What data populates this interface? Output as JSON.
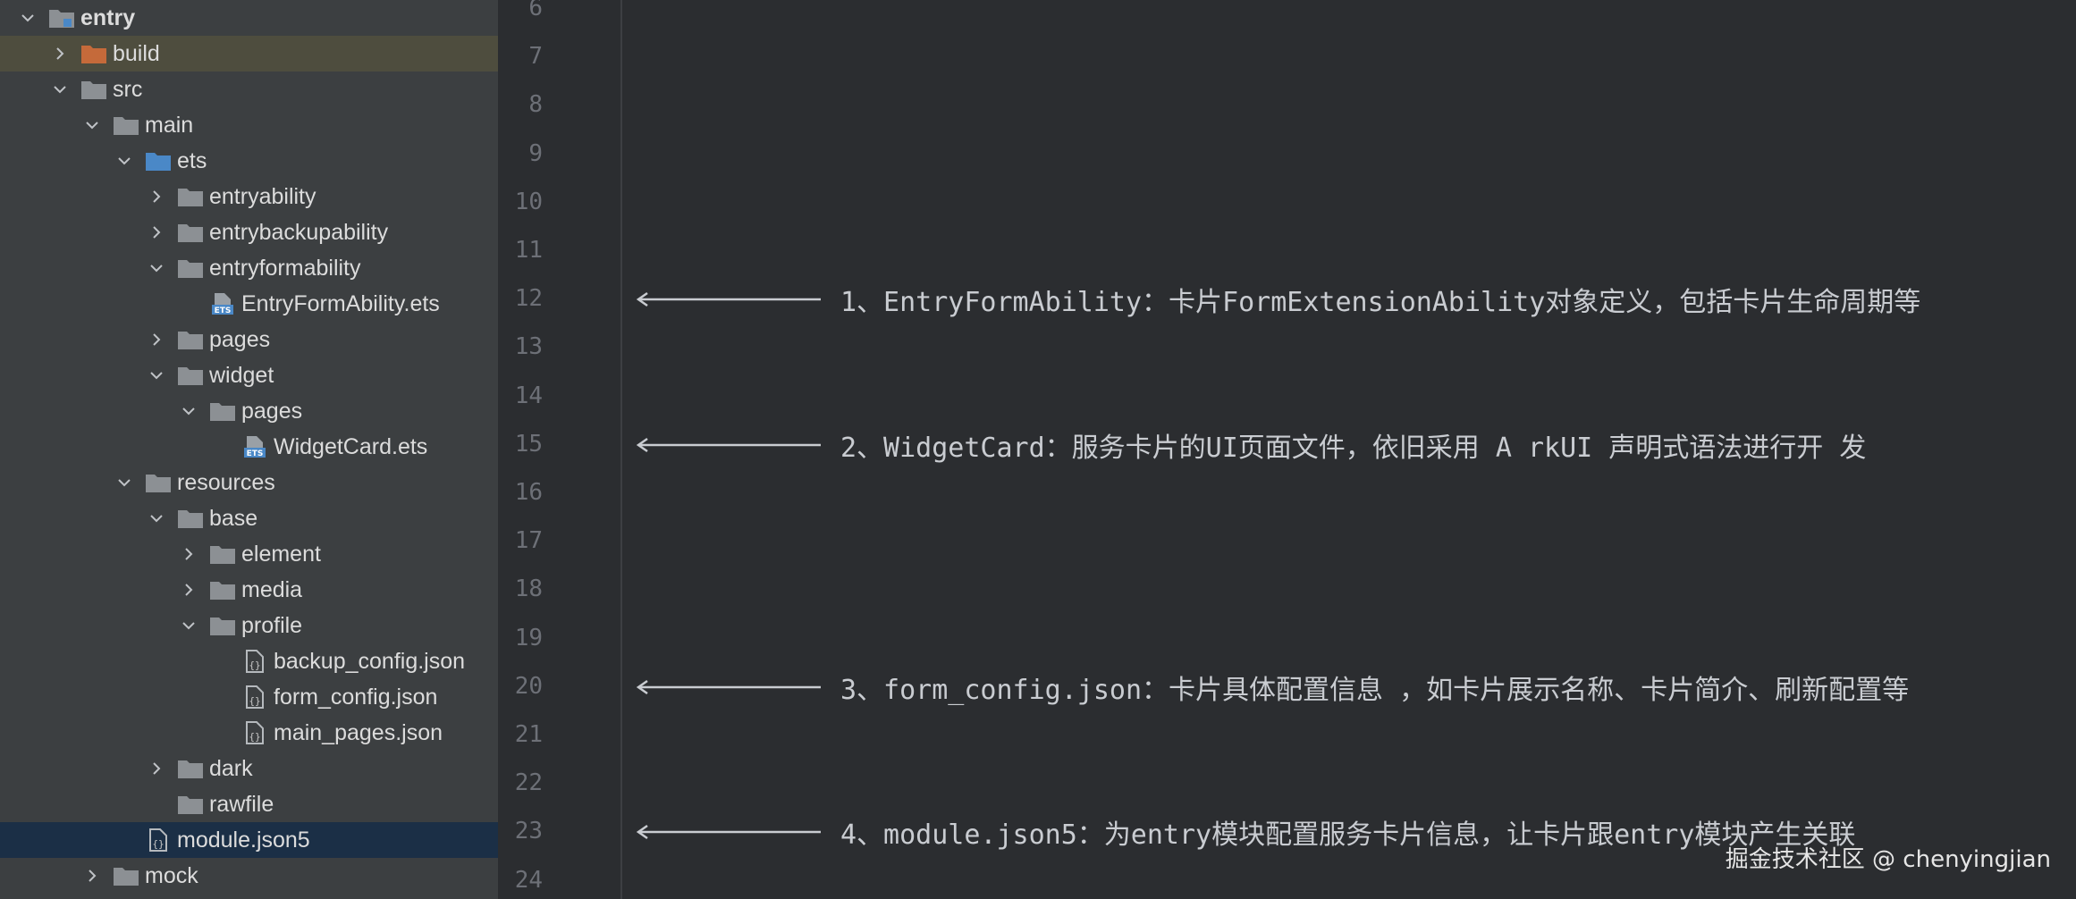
{
  "tree": [
    {
      "label": "entry",
      "depth": 0,
      "expanded": true,
      "icon": "module-folder-icon",
      "bold": true
    },
    {
      "label": "build",
      "depth": 1,
      "expanded": false,
      "icon": "build-folder-icon",
      "highlight": "build"
    },
    {
      "label": "src",
      "depth": 1,
      "expanded": true,
      "icon": "folder-icon"
    },
    {
      "label": "main",
      "depth": 2,
      "expanded": true,
      "icon": "folder-icon"
    },
    {
      "label": "ets",
      "depth": 3,
      "expanded": true,
      "icon": "source-folder-icon"
    },
    {
      "label": "entryability",
      "depth": 4,
      "expanded": false,
      "icon": "folder-icon"
    },
    {
      "label": "entrybackupability",
      "depth": 4,
      "expanded": false,
      "icon": "folder-icon"
    },
    {
      "label": "entryformability",
      "depth": 4,
      "expanded": true,
      "icon": "folder-icon"
    },
    {
      "label": "EntryFormAbility.ets",
      "depth": 5,
      "leaf": true,
      "icon": "ets-file-icon"
    },
    {
      "label": "pages",
      "depth": 4,
      "expanded": false,
      "icon": "folder-icon"
    },
    {
      "label": "widget",
      "depth": 4,
      "expanded": true,
      "icon": "folder-icon"
    },
    {
      "label": "pages",
      "depth": 5,
      "expanded": true,
      "icon": "folder-icon"
    },
    {
      "label": "WidgetCard.ets",
      "depth": 6,
      "leaf": true,
      "icon": "ets-file-icon"
    },
    {
      "label": "resources",
      "depth": 3,
      "expanded": true,
      "icon": "folder-icon"
    },
    {
      "label": "base",
      "depth": 4,
      "expanded": true,
      "icon": "folder-icon"
    },
    {
      "label": "element",
      "depth": 5,
      "expanded": false,
      "icon": "folder-icon"
    },
    {
      "label": "media",
      "depth": 5,
      "expanded": false,
      "icon": "folder-icon"
    },
    {
      "label": "profile",
      "depth": 5,
      "expanded": true,
      "icon": "folder-icon"
    },
    {
      "label": "backup_config.json",
      "depth": 6,
      "leaf": true,
      "icon": "json-file-icon"
    },
    {
      "label": "form_config.json",
      "depth": 6,
      "leaf": true,
      "icon": "json-file-icon"
    },
    {
      "label": "main_pages.json",
      "depth": 6,
      "leaf": true,
      "icon": "json-file-icon"
    },
    {
      "label": "dark",
      "depth": 4,
      "expanded": false,
      "icon": "folder-icon"
    },
    {
      "label": "rawfile",
      "depth": 4,
      "leaf": true,
      "icon": "folder-icon"
    },
    {
      "label": "module.json5",
      "depth": 3,
      "leaf": true,
      "icon": "json-file-icon",
      "highlight": "selected"
    },
    {
      "label": "mock",
      "depth": 2,
      "expanded": false,
      "icon": "folder-icon"
    }
  ],
  "line_numbers": [
    "6",
    "7",
    "8",
    "9",
    "10",
    "11",
    "12",
    "13",
    "14",
    "15",
    "16",
    "17",
    "18",
    "19",
    "20",
    "21",
    "22",
    "23",
    "24"
  ],
  "annotations": [
    {
      "line": "12",
      "text": "1、EntryFormAbility：卡片FormExtensionAbility对象定义，包括卡片生命周期等"
    },
    {
      "line": "15",
      "text": "2、WidgetCard：服务卡片的UI页面文件，依旧采用 A rkUI 声明式语法进行开 发"
    },
    {
      "line": "20",
      "text": "3、form_config.json：卡片具体配置信息 ，如卡片展示名称、卡片简介、刷新配置等"
    },
    {
      "line": "23",
      "text": "4、module.json5：为entry模块配置服务卡片信息，让卡片跟entry模块产生关联"
    }
  ],
  "watermark": "掘金技术社区 @ chenyingjian",
  "colors": {
    "sidebar_bg": "#3c3f41",
    "editor_bg": "#2b2d30",
    "build_highlight": "#4e4d3e",
    "selected_row": "#1b2f46",
    "folder": "#8c9094",
    "build_folder": "#c56a3a",
    "source_folder": "#4a88c7"
  }
}
